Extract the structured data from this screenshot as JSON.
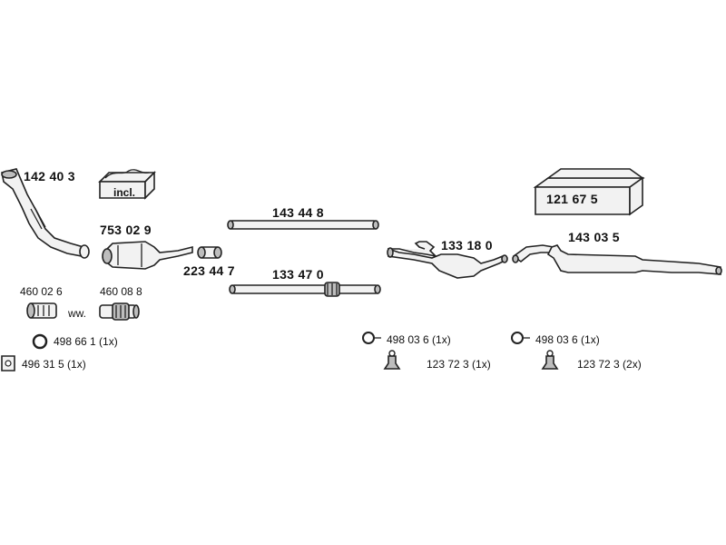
{
  "parts": {
    "front_pipe": "142 40 3",
    "kit_label": "incl.",
    "catalyst": "753 02 9",
    "connector": "223 44 7",
    "pipe_upper": "143 44 8",
    "pipe_lower": "133 47 0",
    "middle_silencer": "133 18 0",
    "rear_silencer": "143 03 5",
    "box_label": "121 67 5",
    "flex_a": "460 02 6",
    "flex_b": "460 08 8",
    "ww_label": "ww.",
    "ring_seal": "498 66 1 (1x)",
    "gasket": "496 31 5 (1x)",
    "mount_mid": "498 03 6 (1x)",
    "hanger_mid": "123 72 3 (1x)",
    "mount_rear": "498 03 6 (1x)",
    "hanger_rear": "123 72 3 (2x)"
  }
}
